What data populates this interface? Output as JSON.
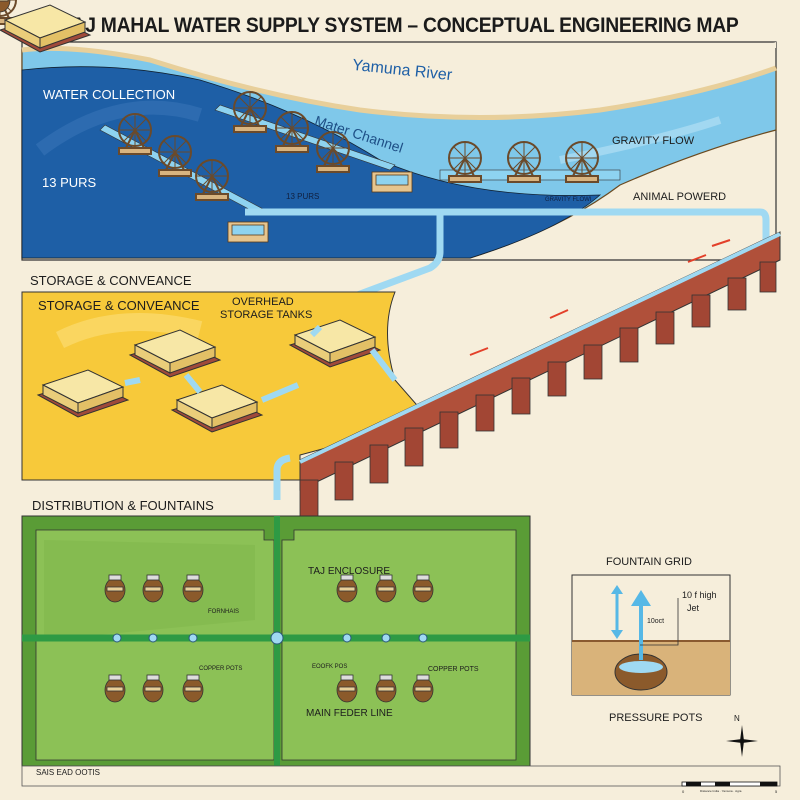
{
  "title": "TAJ MAHAL WATER SUPPLY SYSTEM – CONCEPTUAL ENGINEERING MAP",
  "collection": {
    "heading": "WATER COLLECTION",
    "river_label": "Yamuna River",
    "channel_label": "Mater Channel",
    "purs_label": "13 PURS",
    "purs_small_label": "13 PURS",
    "gravity_label": "GRAVITY FLOW",
    "gravity_small_label": "GRAVITY FLOWI",
    "animal_label": "ANIMAL POWERD",
    "colors": {
      "river": "#7fc8ea",
      "deep": "#1e5fa6",
      "sand": "#e8cf9a"
    }
  },
  "storage": {
    "outer_heading": "STORAGE & CONVEANCE",
    "inner_heading": "STORAGE & CONVEANCE",
    "tanks_label_line1": "OVERHEAD",
    "tanks_label_line2": "STORAGE TANKS",
    "colors": {
      "bg": "#f7c93a",
      "tank": "#f2dc94",
      "base": "#a04a3a"
    }
  },
  "distribution": {
    "heading": "DISTRIBUTION & FOUNTAINS",
    "enclosure_label": "TAJ ENCLOSURE",
    "fountains_label": "FORNHAIS",
    "copper_pots_left": "COPPER POTS",
    "copper_pots_mid": "EOOFK POS",
    "copper_pots_right": "COPPER POTS",
    "main_feeder": "MAIN FEDER LINE",
    "footer_caption": "SAIS EAD OOTIS",
    "colors": {
      "bg": "#5a9c36",
      "inner": "#8cc156",
      "pipe": "#2e9a44"
    }
  },
  "fountain_grid": {
    "heading": "FOUNTAIN GRID",
    "jet_label_line1": "10 f high",
    "jet_label_line2": "Jet",
    "arrow_label": "10oct",
    "pots_label": "PRESSURE POTS"
  },
  "compass": {
    "north": "N"
  },
  "scale_bar": {
    "start": "0",
    "end": "5",
    "caption": "Distance India · Yamuna · Agra"
  }
}
